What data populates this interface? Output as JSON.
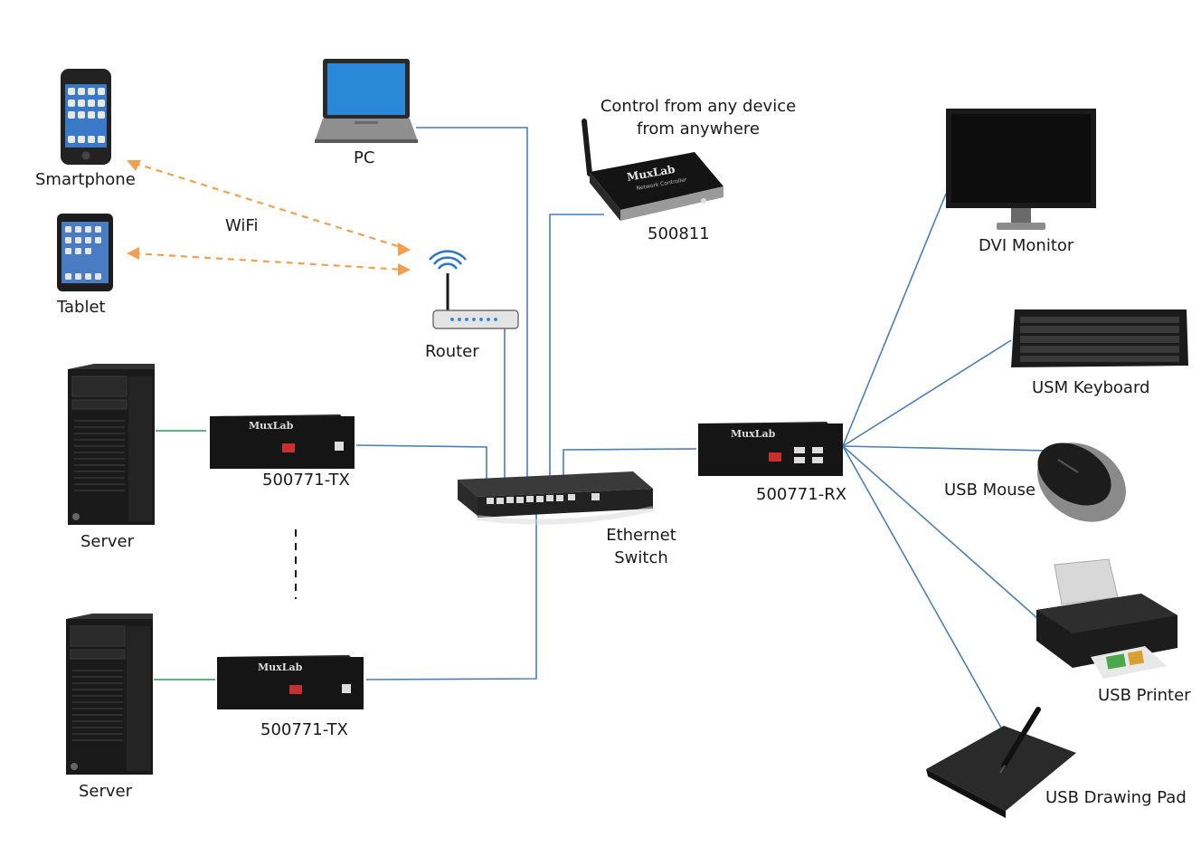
{
  "labels": {
    "smartphone": "Smartphone",
    "tablet": "Tablet",
    "wifi": "WiFi",
    "pc": "PC",
    "router": "Router",
    "controller_caption_1": "Control from any device",
    "controller_caption_2": "from anywhere",
    "controller_model": "500811",
    "server_top": "Server",
    "server_bottom": "Server",
    "tx_top": "500771-TX",
    "tx_bottom": "500771-TX",
    "switch_1": "Ethernet",
    "switch_2": "Switch",
    "rx": "500771-RX",
    "monitor": "DVI Monitor",
    "keyboard": "USM Keyboard",
    "mouse": "USB Mouse",
    "printer": "USB Printer",
    "drawing_pad": "USB Drawing Pad"
  },
  "device_text": {
    "brand": "MuxLab",
    "controller_sub": "Network Controller"
  },
  "colors": {
    "ethernet_line": "#4a7fb5",
    "wifi_line": "#f0a050",
    "usb_line": "#2a9a5a",
    "device_body": "#1c1c1c",
    "background": "#ffffff"
  }
}
